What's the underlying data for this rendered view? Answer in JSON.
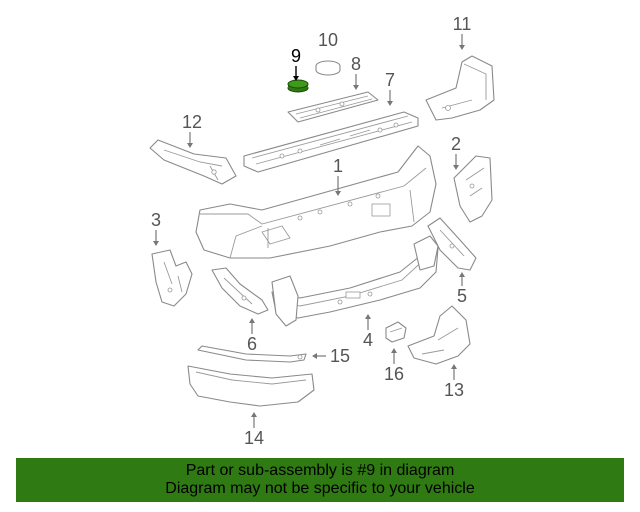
{
  "diagram": {
    "highlight_color": "#2f7a12",
    "highlighted_part": "9",
    "callouts": [
      {
        "id": "c1",
        "label": "1"
      },
      {
        "id": "c2",
        "label": "2"
      },
      {
        "id": "c3",
        "label": "3"
      },
      {
        "id": "c4",
        "label": "4"
      },
      {
        "id": "c5",
        "label": "5"
      },
      {
        "id": "c6",
        "label": "6"
      },
      {
        "id": "c7",
        "label": "7"
      },
      {
        "id": "c8",
        "label": "8"
      },
      {
        "id": "c9",
        "label": "9"
      },
      {
        "id": "c10",
        "label": "10"
      },
      {
        "id": "c11",
        "label": "11"
      },
      {
        "id": "c12",
        "label": "12"
      },
      {
        "id": "c13",
        "label": "13"
      },
      {
        "id": "c14",
        "label": "14"
      },
      {
        "id": "c15",
        "label": "15"
      },
      {
        "id": "c16",
        "label": "16"
      }
    ]
  },
  "banner": {
    "line1": "Part or sub-assembly is #9 in diagram",
    "line2": "Diagram may not be specific to your vehicle",
    "background": "#2f7a12"
  }
}
